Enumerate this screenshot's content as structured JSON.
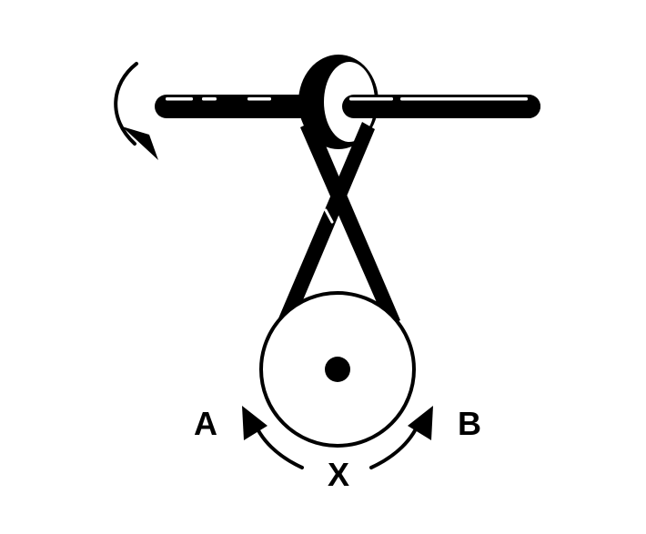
{
  "labels": {
    "left": "A",
    "right": "B",
    "bottom": "X"
  },
  "colors": {
    "ink": "#000000",
    "paper": "#ffffff"
  },
  "icons": {
    "rotation": "curved-arrow-clockwise",
    "direction_left": "curved-arrow-up-left",
    "direction_right": "curved-arrow-up-right"
  }
}
